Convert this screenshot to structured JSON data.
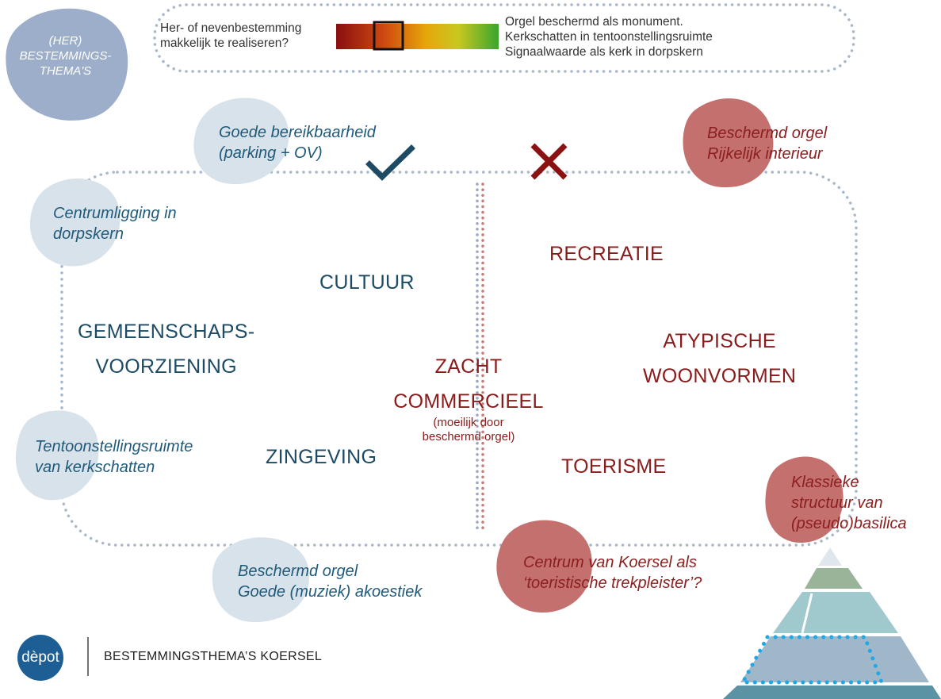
{
  "header_blob": {
    "text_lines": [
      "(HER)",
      "BESTEMMINGS-",
      "THEMA'S"
    ]
  },
  "legend": {
    "question_lines": [
      "Her- of nevenbestemming",
      "makkelijk te realiseren?"
    ],
    "notes": [
      "Orgel beschermd als monument.",
      "Kerkschatten in tentoonstellingsruimte",
      "Signaalwaarde als kerk in dorpskern"
    ],
    "gradient_colors": [
      "#8a0f0f",
      "#d04a10",
      "#e6a50a",
      "#c9c820",
      "#3aa52e"
    ],
    "marker_position": 0.32
  },
  "positives": {
    "bereikbaarheid": [
      "Goede bereikbaarheid",
      "(parking + OV)"
    ],
    "centrumligging": [
      "Centrumligging in",
      "dorpskern"
    ],
    "tentoonstelling": [
      "Tentoonstellingsruimte",
      "van kerkschatten"
    ],
    "akoestiek": [
      "Beschermd orgel",
      "Goede (muziek) akoestiek"
    ]
  },
  "negatives": {
    "orgel": [
      "Beschermd orgel",
      "Rijkelijk interieur"
    ],
    "basilica": [
      "Klassieke",
      "structuur van",
      "(pseudo)basilica"
    ],
    "koersel": [
      "Centrum van Koersel als",
      "‘toeristische trekpleister’?"
    ]
  },
  "themes_positive": {
    "cultuur": "CULTUUR",
    "gemeenschap": [
      "GEMEENSCHAPS-",
      "VOORZIENING"
    ],
    "zingeving": "ZINGEVING"
  },
  "themes_negative": {
    "recreatie": "RECREATIE",
    "atypische": [
      "ATYPISCHE",
      "WOONVORMEN"
    ],
    "toerisme": "TOERISME"
  },
  "middle": {
    "title": [
      "ZACHT",
      "COMMERCIEEL"
    ],
    "note": [
      "(moeilijk door",
      "beschermd orgel)"
    ]
  },
  "icons": {
    "check": "check-icon",
    "cross": "cross-icon"
  },
  "colors": {
    "positive": "#1c4b63",
    "negative": "#8b1b1b",
    "positive_blob": "#d8e2ea",
    "negative_blob": "#c4706f",
    "header_blob": "#9caec9"
  },
  "footer": {
    "logo_text": "dèpot",
    "title": "BESTEMMINGSTHEMA’S KOERSEL"
  }
}
